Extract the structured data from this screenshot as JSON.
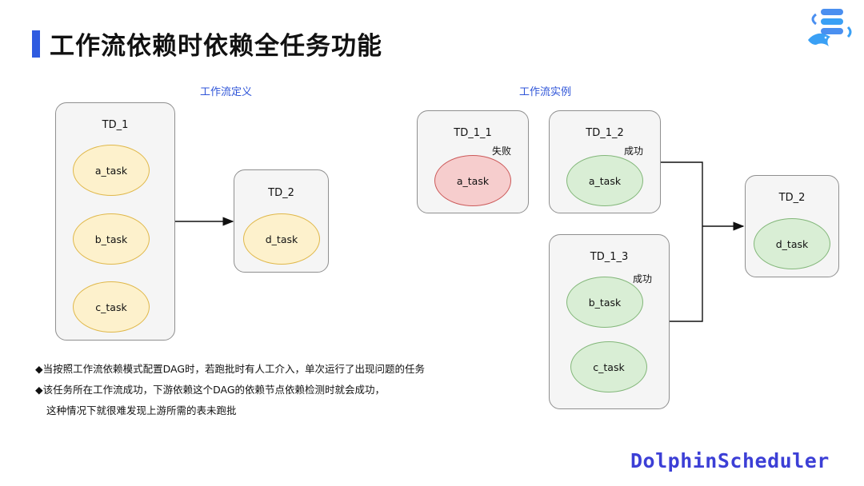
{
  "title": "工作流依赖时依赖全任务功能",
  "sections": {
    "definition_label": "工作流定义",
    "instance_label": "工作流实例"
  },
  "definition": {
    "td1": {
      "title": "TD_1",
      "tasks": [
        "a_task",
        "b_task",
        "c_task"
      ]
    },
    "td2": {
      "title": "TD_2",
      "tasks": [
        "d_task"
      ]
    }
  },
  "instance": {
    "td1_1": {
      "title": "TD_1_1",
      "status": "失败",
      "tasks": [
        "a_task"
      ]
    },
    "td1_2": {
      "title": "TD_1_2",
      "status": "成功",
      "tasks": [
        "a_task"
      ]
    },
    "td1_3": {
      "title": "TD_1_3",
      "status": "成功",
      "tasks": [
        "b_task",
        "c_task"
      ]
    },
    "td2": {
      "title": "TD_2",
      "tasks": [
        "d_task"
      ]
    }
  },
  "bullets": [
    "◆当按照工作流依赖模式配置DAG时，若跑批时有人工介入，单次运行了出现问题的任务",
    "◆该任务所在工作流成功，下游依赖这个DAG的依赖节点依赖检测时就会成功，",
    "这种情况下就很难发现上游所需的表未跑批"
  ],
  "brand": "DolphinScheduler",
  "colors": {
    "accent_blue": "#2f5be0",
    "task_yellow": "#fdf1cc",
    "task_red": "#f6cdcd",
    "task_green": "#d9eed5",
    "brand": "#3c3fd6"
  }
}
